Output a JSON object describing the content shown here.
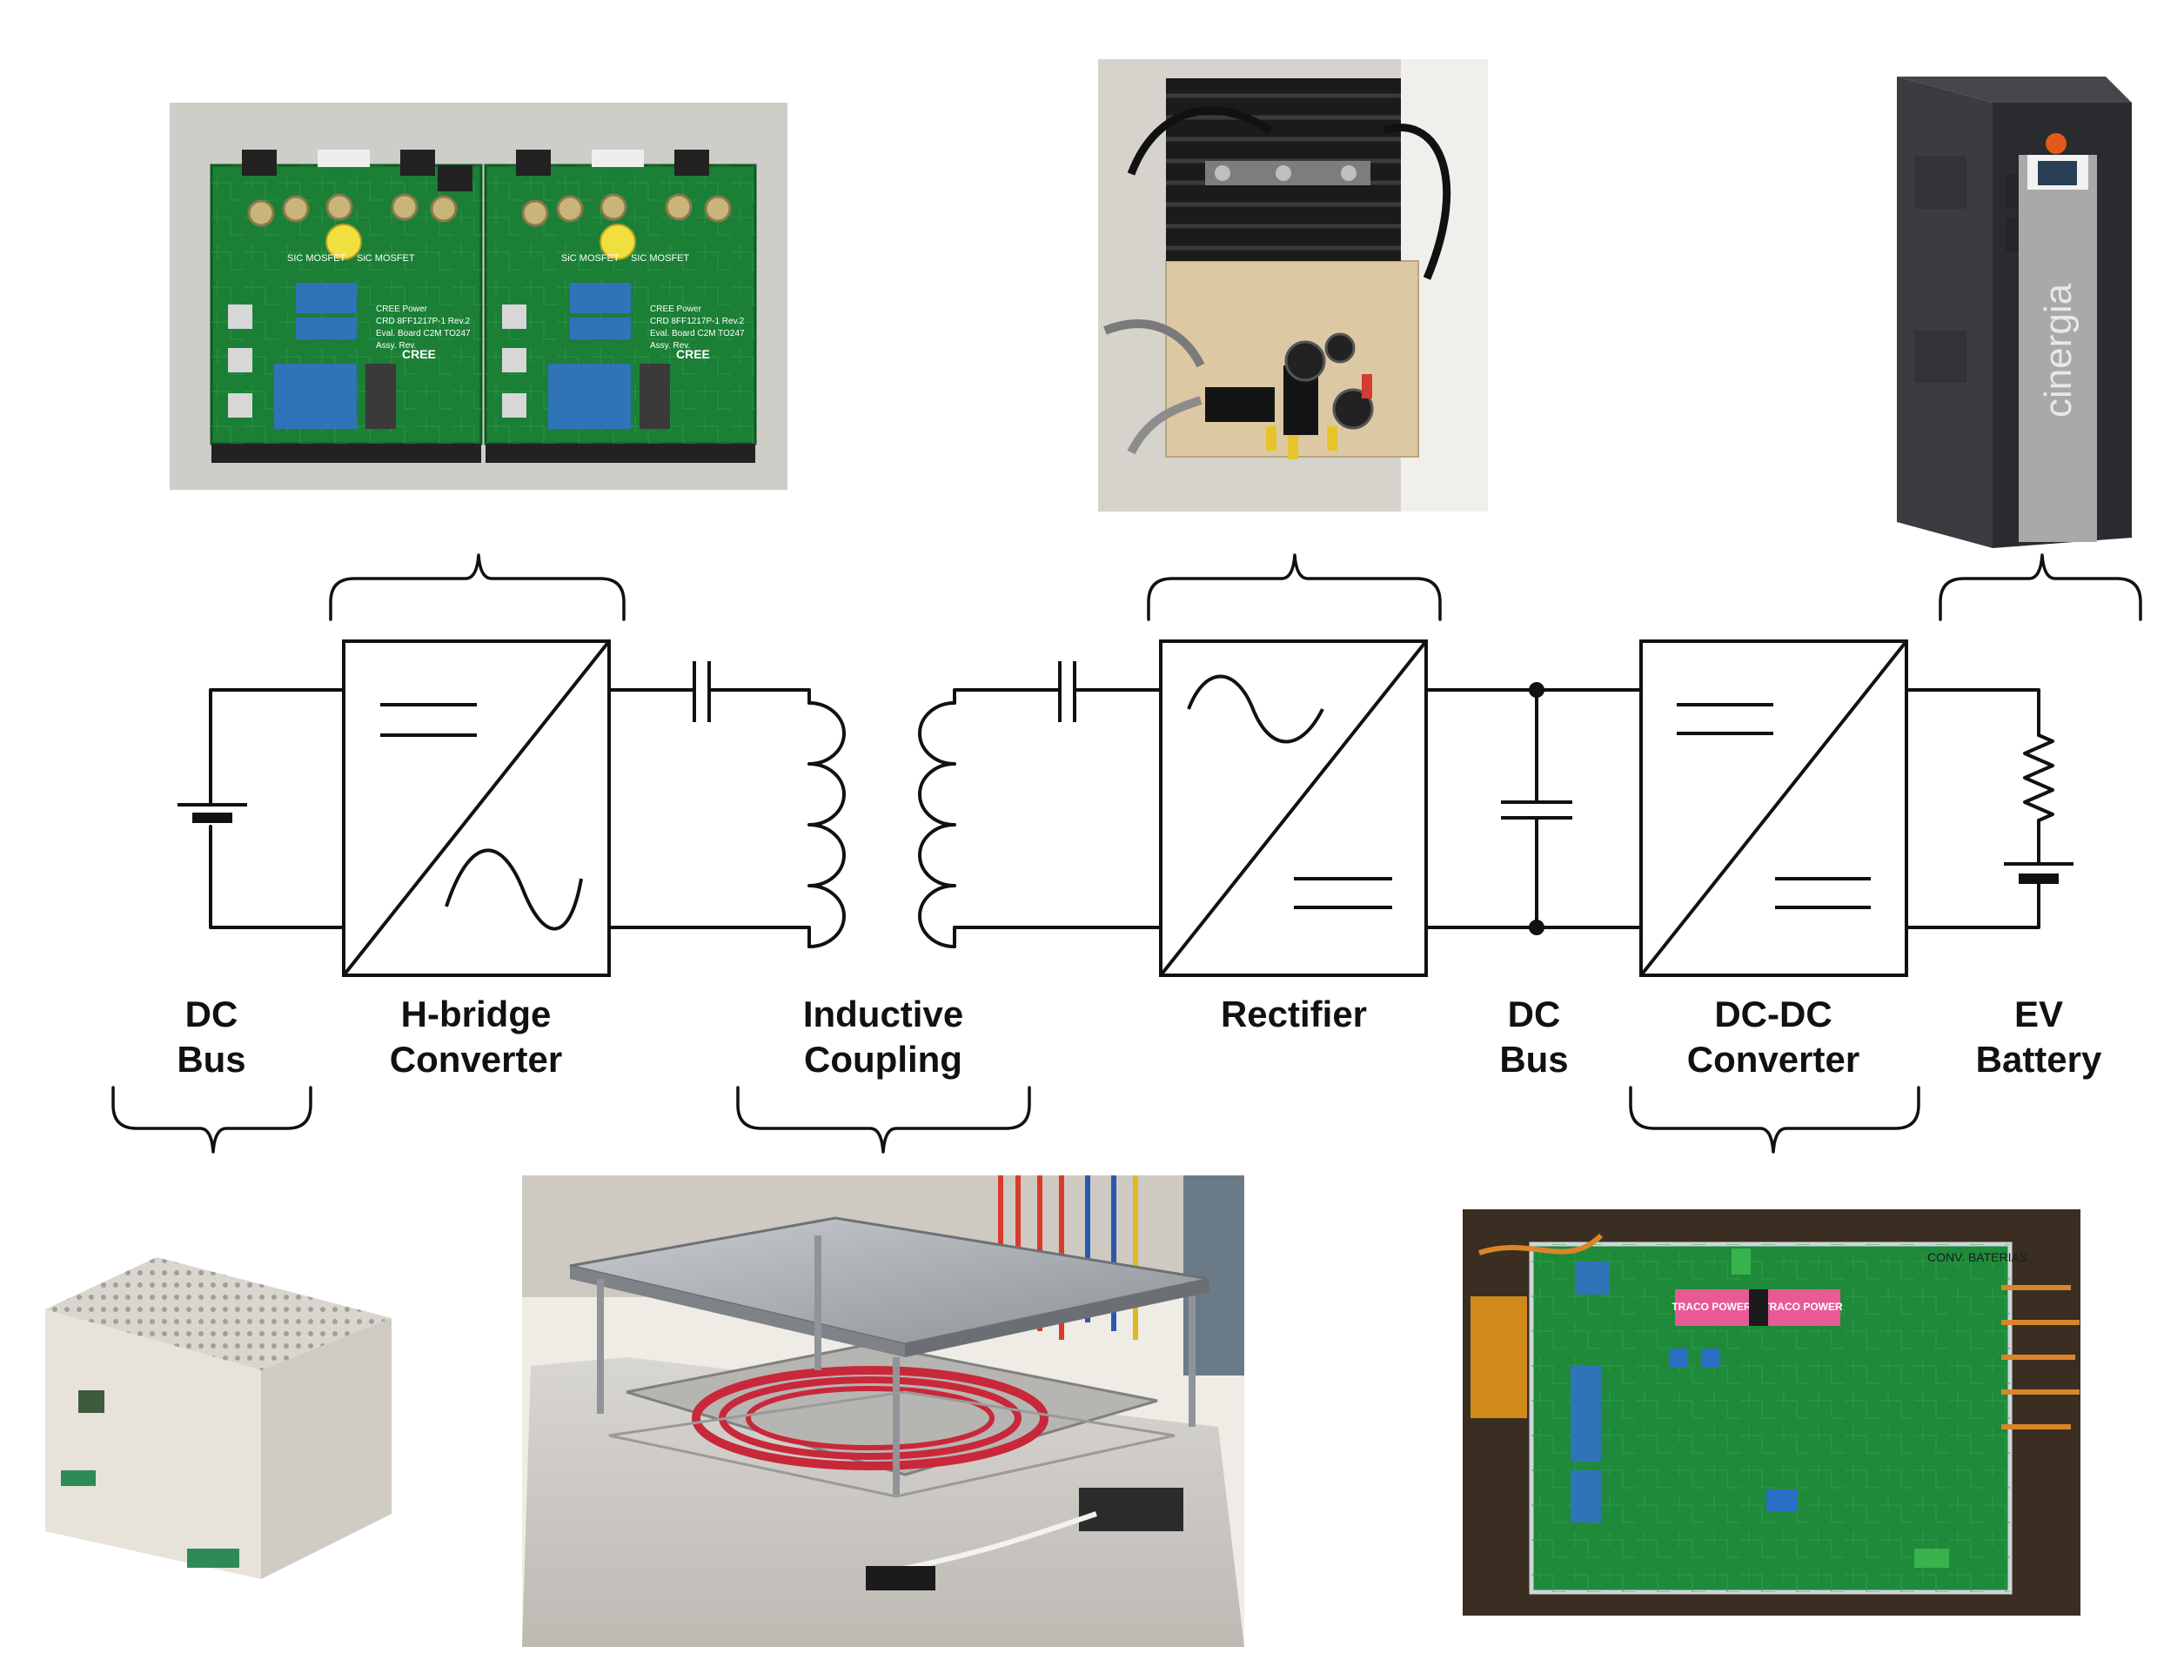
{
  "labels": {
    "dc_bus_left": [
      "DC",
      "Bus"
    ],
    "hbridge": [
      "H-bridge",
      "Converter"
    ],
    "inductive": [
      "Inductive",
      "Coupling"
    ],
    "rectifier": [
      "Rectifier"
    ],
    "dc_bus_right": [
      "DC",
      "Bus"
    ],
    "dcdc": [
      "DC-DC",
      "Converter"
    ],
    "ev_battery": [
      "EV",
      "Battery"
    ]
  },
  "photo_text": {
    "hbridge_board_left": [
      "SIC MOSFET",
      "SiC MOSFET",
      "CREE Power",
      "CRD 8FF1217P-1 Rev.2",
      "Eval. Board C2M TO247",
      "Assy. Rev.",
      "CREE"
    ],
    "hbridge_board_right": [
      "SiC MOSFET",
      "SIC MOSFET",
      "CREE Power",
      "CRD 8FF1217P-1 Rev.2",
      "Eval. Board C2M TO247",
      "Assy. Rev.",
      "CREE"
    ],
    "battery_emulator_brand": "cinergia",
    "dcdc_board_brand": [
      "TRACO POWER",
      "TRACO POWER"
    ],
    "dcdc_board_label": "CONV. BATERIAS"
  },
  "colors": {
    "pcb_green": "#1f8a3a",
    "cap_blue": "#2f73b8",
    "heatsink_black": "#1b1b1b",
    "coil_red": "#c8283a",
    "aluminum": "#a9adb1",
    "cabinet_dark": "#2a2b2e",
    "psu_beige": "#e7e3da"
  }
}
